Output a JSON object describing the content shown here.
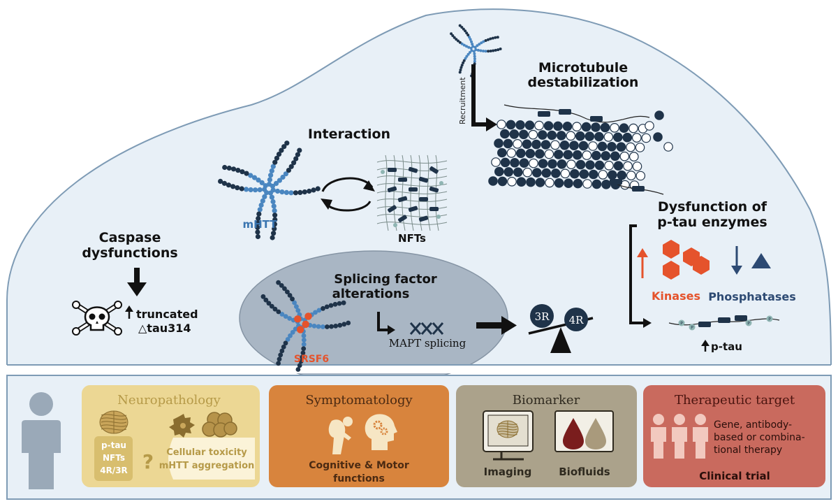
{
  "upper": {
    "microtubule_title_1": "Microtubule",
    "microtubule_title_2": "destabilization",
    "recruitment": "Recruitment",
    "interaction_title": "Interaction",
    "mhtt_label": "mHTT",
    "nfts_label": "NFTs",
    "caspase_title_1": "Caspase",
    "caspase_title_2": "dysfunctions",
    "truncated_1": "truncated",
    "truncated_2": "△tau314",
    "splicing_title_1": "Splicing factor",
    "splicing_title_2": "alterations",
    "srsf6_label": "SRSF6",
    "mapt_label": "MAPT splicing",
    "three_r": "3R",
    "four_r": "4R",
    "enzymes_title_1": "Dysfunction of",
    "enzymes_title_2": "p-tau enzymes",
    "kinases_label": "Kinases",
    "phosphatases_label": "Phosphatases",
    "ptau_label": "p-tau",
    "p_mark": "P"
  },
  "lower": {
    "neuropathology": {
      "title": "Neuropathology",
      "markers_1": "p-tau",
      "markers_2": "NFTs",
      "markers_3": "4R/3R",
      "question": "?",
      "toxicity_1": "Cellular toxicity",
      "toxicity_2": "mHTT aggregation"
    },
    "symptomatology": {
      "title": "Symptomatology",
      "caption_1": "Cognitive & Motor",
      "caption_2": "functions"
    },
    "biomarker": {
      "title": "Biomarker",
      "imaging": "Imaging",
      "biofluids": "Biofluids"
    },
    "therapeutic": {
      "title": "Therapeutic target",
      "desc_1": "Gene, antibody-",
      "desc_2": "based or combina-",
      "desc_3": "tional therapy",
      "caption": "Clinical trial"
    }
  },
  "colors": {
    "cell_fill": "#e8f0f7",
    "cell_stroke": "#7e9bb5",
    "nucleus": "#a9b6c4",
    "dark_bead": "#1f3349",
    "blue_bead": "#4a86c0",
    "accent_red": "#e5532c",
    "phosphatase_blue": "#2d4a73",
    "neuro_box": "#ecd794",
    "symptom_box": "#d8843d",
    "biomarker_box": "#aba28b",
    "therapeutic_box": "#c96a5e"
  }
}
